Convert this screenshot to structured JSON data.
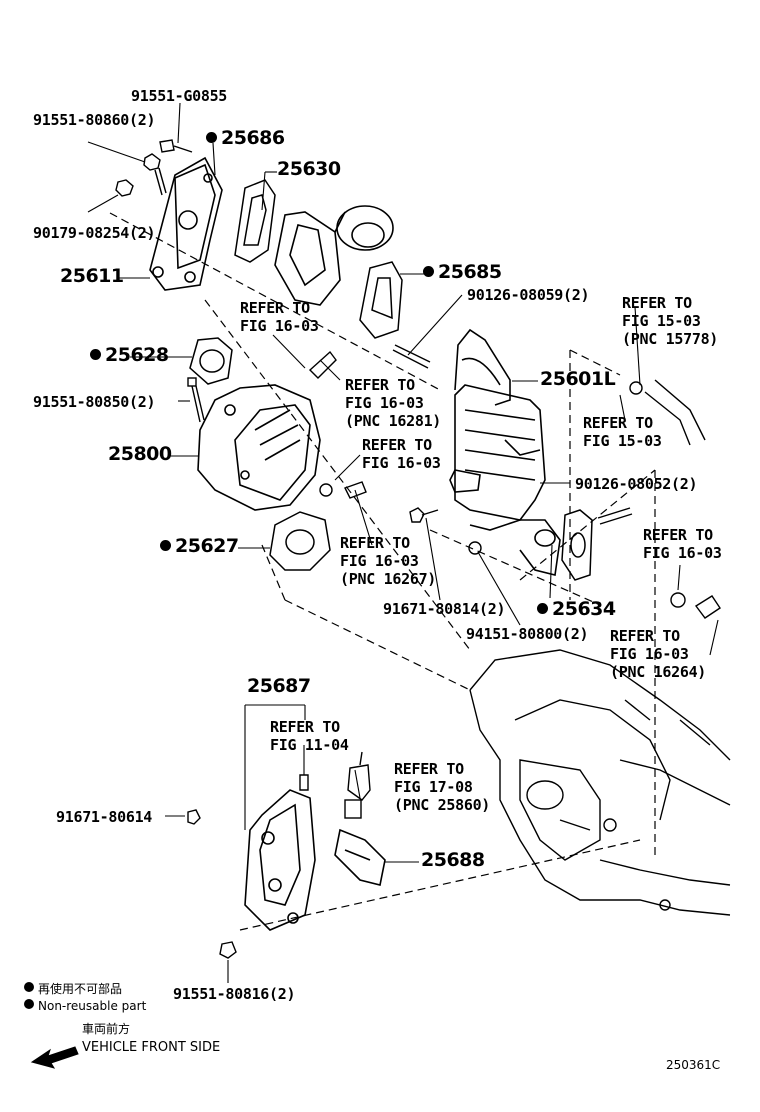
{
  "parts": {
    "p91551_g0855": "91551-G0855",
    "p91551_80860": "91551-80860(2)",
    "p25686": "25686",
    "p25630": "25630",
    "p90179_08254": "90179-08254(2)",
    "p25611": "25611",
    "p25685": "25685",
    "p90126_08059": "90126-08059(2)",
    "p25628": "25628",
    "p91551_80850": "91551-80850(2)",
    "p25601L": "25601L",
    "p25800": "25800",
    "p90126_08052": "90126-08052(2)",
    "p25627": "25627",
    "p91671_80814": "91671-80814(2)",
    "p25634": "25634",
    "p94151_80800": "94151-80800(2)",
    "p25687": "25687",
    "p91671_80614": "91671-80614",
    "p25688": "25688",
    "p91551_80816": "91551-80816(2)"
  },
  "refs": {
    "r1": {
      "line1": "REFER TO",
      "line2": "FIG 16-03"
    },
    "r2": {
      "line1": "REFER TO",
      "line2": "FIG 15-03",
      "line3": "(PNC 15778)"
    },
    "r3": {
      "line1": "REFER TO",
      "line2": "FIG 16-03",
      "line3": "(PNC 16281)"
    },
    "r4": {
      "line1": "REFER TO",
      "line2": "FIG 15-03"
    },
    "r5": {
      "line1": "REFER TO",
      "line2": "FIG 16-03"
    },
    "r6": {
      "line1": "REFER TO",
      "line2": "FIG 16-03",
      "line3": "(PNC 16267)"
    },
    "r7": {
      "line1": "REFER TO",
      "line2": "FIG 16-03"
    },
    "r8": {
      "line1": "REFER TO",
      "line2": "FIG 16-03",
      "line3": "(PNC 16264)"
    },
    "r9": {
      "line1": "REFER TO",
      "line2": "FIG 11-04"
    },
    "r10": {
      "line1": "REFER TO",
      "line2": "FIG 17-08",
      "line3": "(PNC 25860)"
    }
  },
  "legend": {
    "jp_nonreusable": "再使用不可部品",
    "en_nonreusable": "Non-reusable part",
    "jp_front": "車両前方",
    "en_front": "VEHICLE FRONT SIDE"
  },
  "figure_code": "250361C"
}
